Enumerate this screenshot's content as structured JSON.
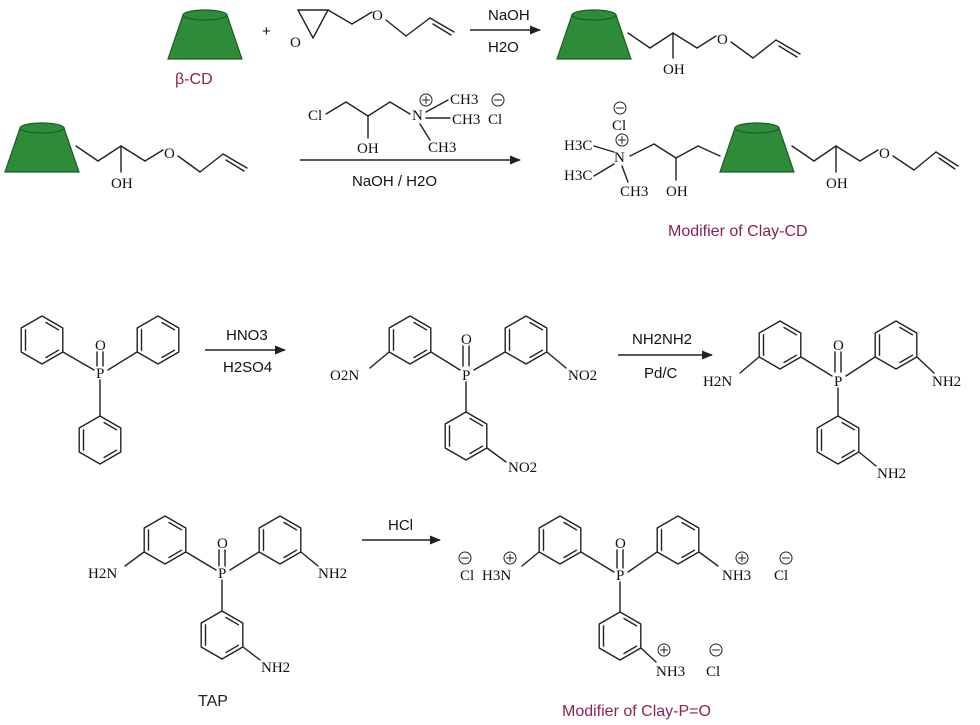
{
  "labels": {
    "beta_cd": "β-CD",
    "modifier_cd": "Modifier of Clay-CD",
    "tap": "TAP",
    "modifier_po": "Modifier of Clay-P=O",
    "plus": "+"
  },
  "reagents": {
    "r1_top": "NaOH",
    "r1_bottom": "H2O",
    "r2_bottom": "NaOH / H2O",
    "r3_top": "HNO3",
    "r3_bottom": "H2SO4",
    "r4_top": "NH2NH2",
    "r4_bottom": "Pd/C",
    "r5_top": "HCl"
  },
  "atoms": {
    "O": "O",
    "OH": "OH",
    "Cl": "Cl",
    "N": "N",
    "P": "P",
    "H3C": "H3C",
    "CH3": "CH3",
    "NO2": "NO2",
    "O2N": "O2N",
    "H2N": "H2N",
    "NH2": "NH2",
    "H3N": "H3N",
    "NH3": "NH3",
    "plus_sign": "+",
    "minus_sign": "−"
  },
  "colors": {
    "cyclodextrin": "#2e8b3a",
    "label_accent": "#8b2252"
  }
}
